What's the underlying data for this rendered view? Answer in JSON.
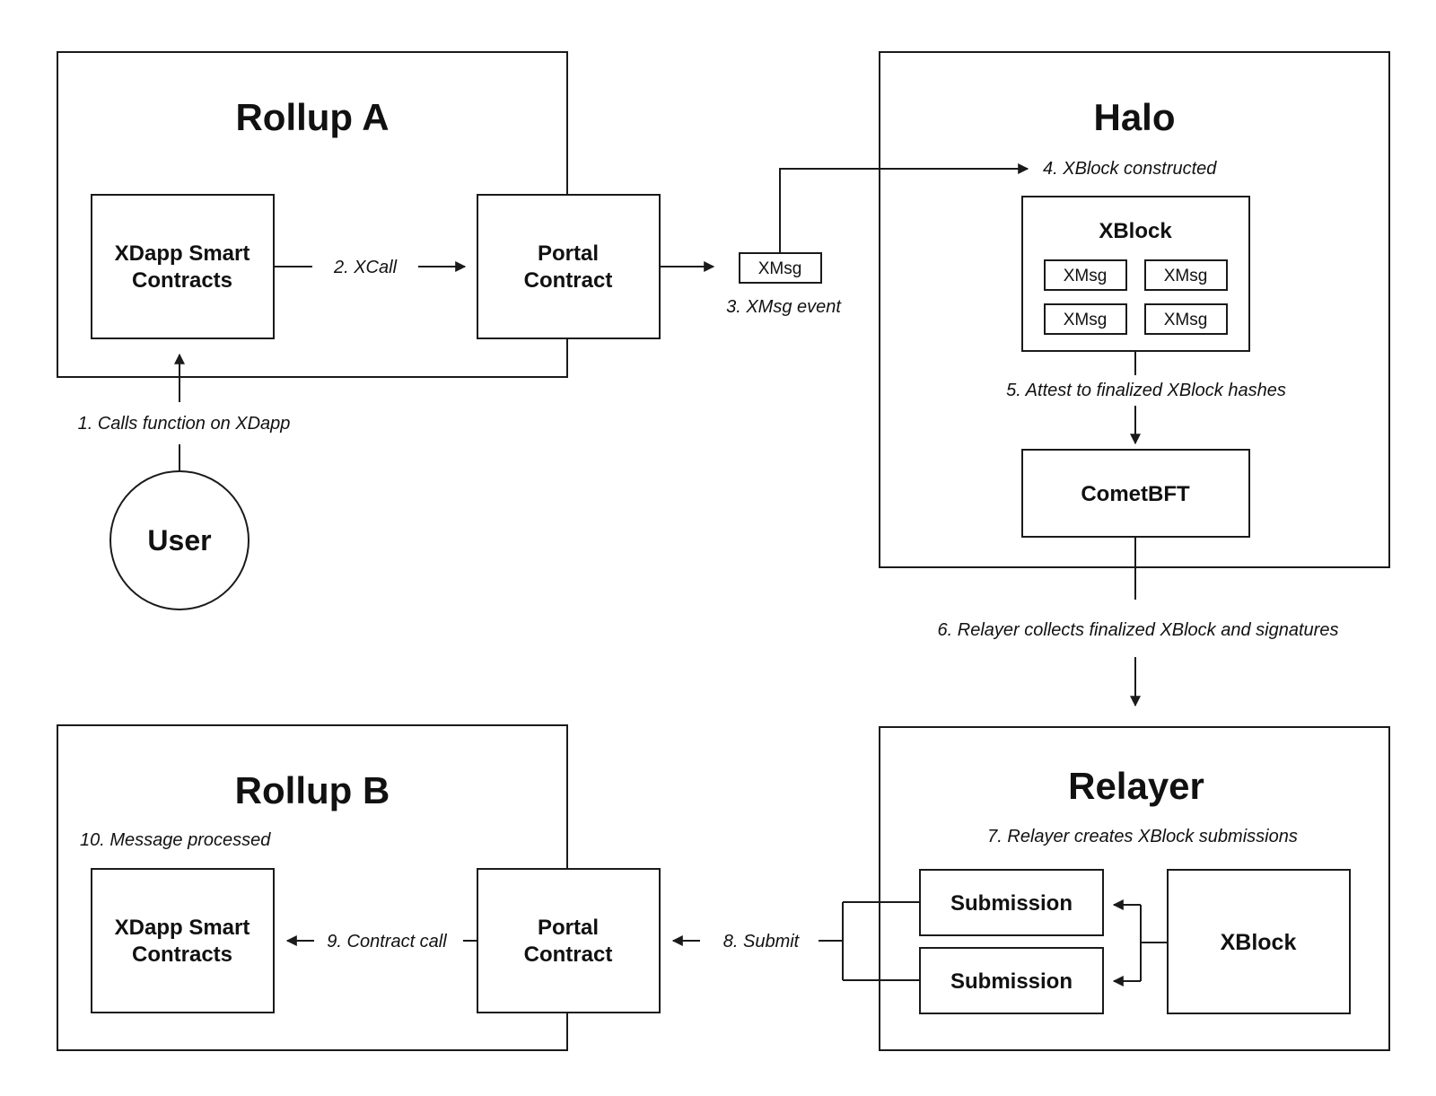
{
  "containers": {
    "rollup_a": "Rollup A",
    "halo": "Halo",
    "rollup_b": "Rollup B",
    "relayer": "Relayer"
  },
  "boxes": {
    "xdapp_a": [
      "XDapp Smart",
      "Contracts"
    ],
    "portal_a": [
      "Portal",
      "Contract"
    ],
    "xmsg_event": "XMsg",
    "xblock_halo": "XBlock",
    "xblock_msgs": [
      "XMsg",
      "XMsg",
      "XMsg",
      "XMsg"
    ],
    "cometbft": "CometBFT",
    "user": "User",
    "xdapp_b": [
      "XDapp Smart",
      "Contracts"
    ],
    "portal_b": [
      "Portal",
      "Contract"
    ],
    "submissions": [
      "Submission",
      "Submission"
    ],
    "xblock_relayer": "XBlock"
  },
  "steps": {
    "s1": "1.  Calls function on XDapp",
    "s2": "2.  XCall",
    "s3": "3.  XMsg event",
    "s4": "4.  XBlock constructed",
    "s5": "5.  Attest to finalized XBlock hashes",
    "s6": "6.  Relayer collects finalized XBlock and signatures",
    "s7": "7.  Relayer creates XBlock submissions",
    "s8": "8.  Submit",
    "s9": "9.  Contract call",
    "s10": "10.  Message processed"
  },
  "colors": {
    "stroke": "#1a1a1a",
    "text": "#111111",
    "background": "#ffffff"
  }
}
